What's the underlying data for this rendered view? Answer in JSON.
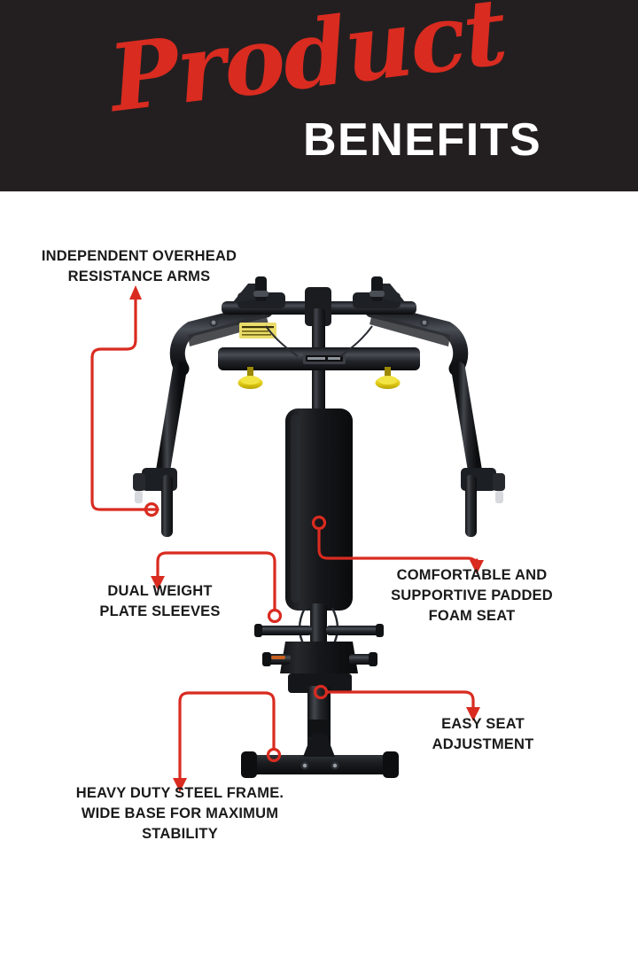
{
  "header": {
    "title_script": "Product",
    "title_bold": "BENEFITS",
    "background_color": "#231f20",
    "script_color": "#d92b20",
    "bold_color": "#ffffff"
  },
  "accent_color": "#d92b20",
  "callouts": [
    {
      "id": "arms",
      "label_lines": [
        "INDEPENDENT OVERHEAD",
        "RESISTANCE ARMS"
      ],
      "label_text": "INDEPENDENT OVERHEAD RESISTANCE ARMS",
      "marker_icon": "circle-marker-icon",
      "arrow_icon": "arrow-up-icon"
    },
    {
      "id": "sleeves",
      "label_lines": [
        "DUAL WEIGHT",
        "PLATE SLEEVES"
      ],
      "label_text": "DUAL WEIGHT PLATE SLEEVES",
      "marker_icon": "circle-marker-icon",
      "arrow_icon": "arrow-down-icon"
    },
    {
      "id": "seat",
      "label_lines": [
        "COMFORTABLE AND",
        "SUPPORTIVE PADDED",
        "FOAM SEAT"
      ],
      "label_text": "COMFORTABLE AND SUPPORTIVE PADDED FOAM SEAT",
      "marker_icon": "circle-marker-icon",
      "arrow_icon": "arrow-down-icon"
    },
    {
      "id": "adjustment",
      "label_lines": [
        "EASY SEAT",
        "ADJUSTMENT"
      ],
      "label_text": "EASY SEAT ADJUSTMENT",
      "marker_icon": "circle-marker-icon",
      "arrow_icon": "arrow-down-icon"
    },
    {
      "id": "frame",
      "label_lines": [
        "HEAVY DUTY STEEL FRAME.",
        "WIDE BASE FOR MAXIMUM",
        "STABILITY"
      ],
      "label_text": "HEAVY DUTY STEEL FRAME. WIDE BASE FOR MAXIMUM STABILITY",
      "marker_icon": "circle-marker-icon",
      "arrow_icon": "arrow-down-icon"
    }
  ],
  "product": {
    "name": "chest-press-gym-machine",
    "frame_color": "#17181a",
    "frame_highlight": "#3c3f44",
    "knob_color": "#e8d11a",
    "warning_label_color": "#e9dc6a",
    "badge_icon": "brand-badge-icon"
  }
}
